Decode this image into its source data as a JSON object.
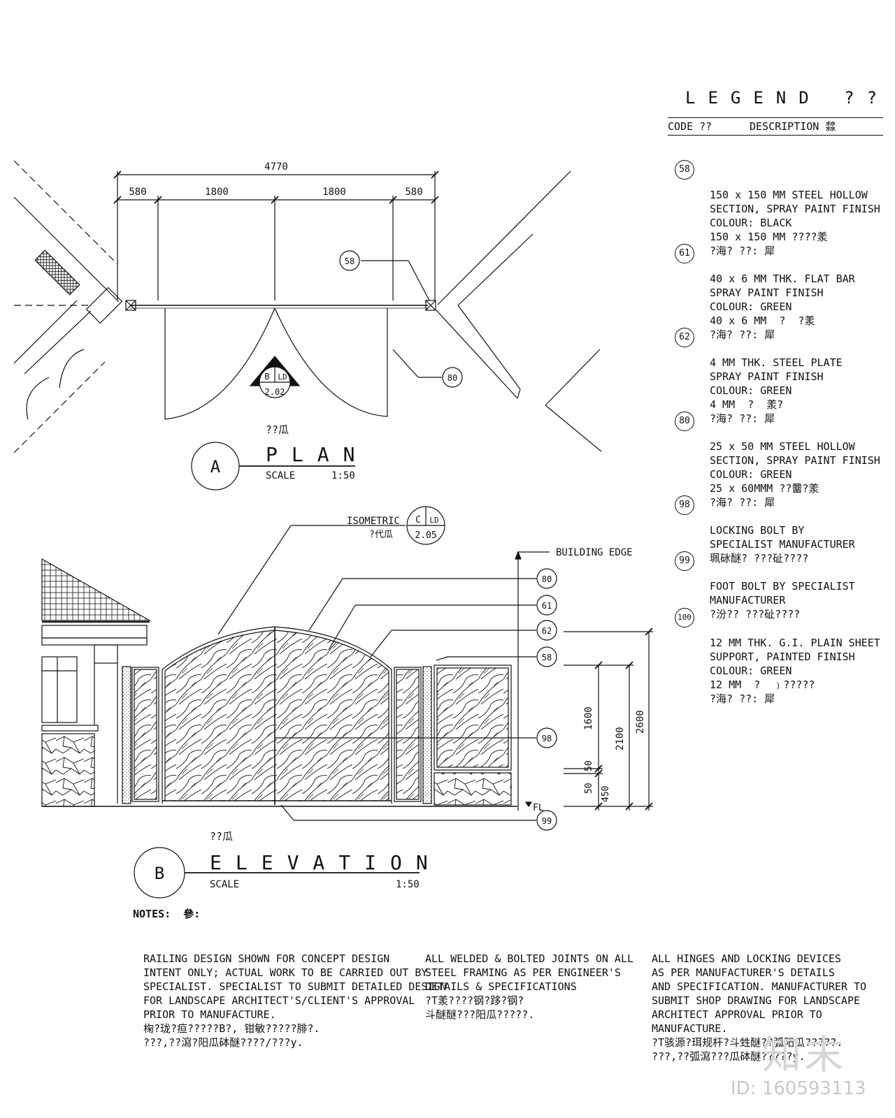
{
  "legend": {
    "title": "LEGEND ??",
    "code_header": "CODE ??",
    "description_header": "DESCRIPTION 㵘",
    "items": [
      {
        "code": "58",
        "lines": [
          "150 x 150 MM STEEL HOLLOW",
          "SECTION, SPRAY PAINT FINISH",
          "COLOUR: BLACK",
          "150 x 150 MM ????羕",
          "?海? ??: 犀"
        ]
      },
      {
        "code": "61",
        "lines": [
          "40 x 6 MM THK. FLAT BAR",
          "SPRAY PAINT FINISH",
          "COLOUR: GREEN",
          "40 x 6 MM  ?  ?羕",
          "?海? ??: 犀"
        ]
      },
      {
        "code": "62",
        "lines": [
          "4 MM THK. STEEL PLATE",
          "SPRAY PAINT FINISH",
          "COLOUR: GREEN",
          "4 MM  ?  羕?",
          "?海? ??: 犀"
        ]
      },
      {
        "code": "80",
        "lines": [
          "25 x 50 MM STEEL HOLLOW",
          "SECTION, SPRAY PAINT FINISH",
          "COLOUR: GREEN",
          "25 x 60MMM ??羀?羕",
          "?海? ??: 犀"
        ]
      },
      {
        "code": "98",
        "lines": [
          "LOCKING BOLT BY",
          "SPECIALIST MANUFACTURER",
          "珮砯醚? ???砋????"
        ]
      },
      {
        "code": "99",
        "lines": [
          "FOOT BOLT BY SPECIALIST",
          "MANUFACTURER",
          "?汾?? ???砋????"
        ]
      },
      {
        "code": "100",
        "lines": [
          "12 MM THK. G.I. PLAIN SHEET",
          "SUPPORT, PAINTED FINISH",
          "COLOUR: GREEN",
          "12 MM  ?  ﹚?????",
          "?海? ??: 犀"
        ]
      }
    ]
  },
  "plan": {
    "label_cn": "??瓜",
    "title": "PLAN",
    "scale_label": "SCALE",
    "scale_value": "1:50",
    "marker": "A",
    "dim_total": "4770",
    "dims": [
      "580",
      "1800",
      "1800",
      "580"
    ],
    "tags": [
      "58",
      "80"
    ],
    "section_ref": {
      "letter": "B",
      "sheet": "LD",
      "number": "2.02"
    }
  },
  "elevation": {
    "label_cn": "??瓜",
    "title": "ELEVATION",
    "scale_label": "SCALE",
    "scale_value": "1:50",
    "marker": "B",
    "isometric_label": "ISOMETRIC",
    "isometric_cn": "?代瓜",
    "isometric_ref": {
      "letter": "C",
      "sheet": "LD",
      "number": "2.05"
    },
    "building_edge": "BUILDING EDGE",
    "fl_label": "FL",
    "tags": [
      "80",
      "61",
      "62",
      "58",
      "98",
      "99"
    ],
    "dims": [
      "1600",
      "2100",
      "2600",
      "50",
      "50",
      "450"
    ]
  },
  "notes": {
    "label": "NOTES:  參:",
    "columns": [
      [
        "RAILING DESIGN SHOWN FOR CONCEPT DESIGN",
        "INTENT ONLY; ACTUAL WORK TO BE CARRIED OUT BY",
        "SPECIALIST. SPECIALIST TO SUBMIT DETAILED DESIGN",
        "FOR LANDSCAPE ARCHITECT'S/CLIENT'S APPROVAL",
        "PRIOR TO MANUFACTURE.",
        "椈?珑?疸?????B?, 钳敏?????腓?.",
        "???,??瀉?阳瓜砵醚????/???y."
      ],
      [
        "ALL WELDED & BOLTED JOINTS ON ALL",
        "STEEL FRAMING AS PER ENGINEER'S",
        "DETAILS & SPECIFICATIONS",
        "?T羕????钢?跢?钢?",
        "斗醚醚???阳瓜?????."
      ],
      [
        "ALL HINGES AND LOCKING DEVICES",
        "AS PER MANUFACTURER'S DETAILS",
        "AND SPECIFICATION. MANUFACTURER TO",
        "SUBMIT SHOP DRAWING FOR LANDSCAPE",
        "ARCHITECT APPROVAL PRIOR TO",
        "MANUFACTURE.",
        "?T骇源?珥规杆?斗甡醚??弧阳瓜?????.",
        "???,??弧瀉???瓜砵醚?????y."
      ]
    ]
  },
  "watermark": {
    "logo": "知末",
    "id": "ID: 160593113"
  }
}
